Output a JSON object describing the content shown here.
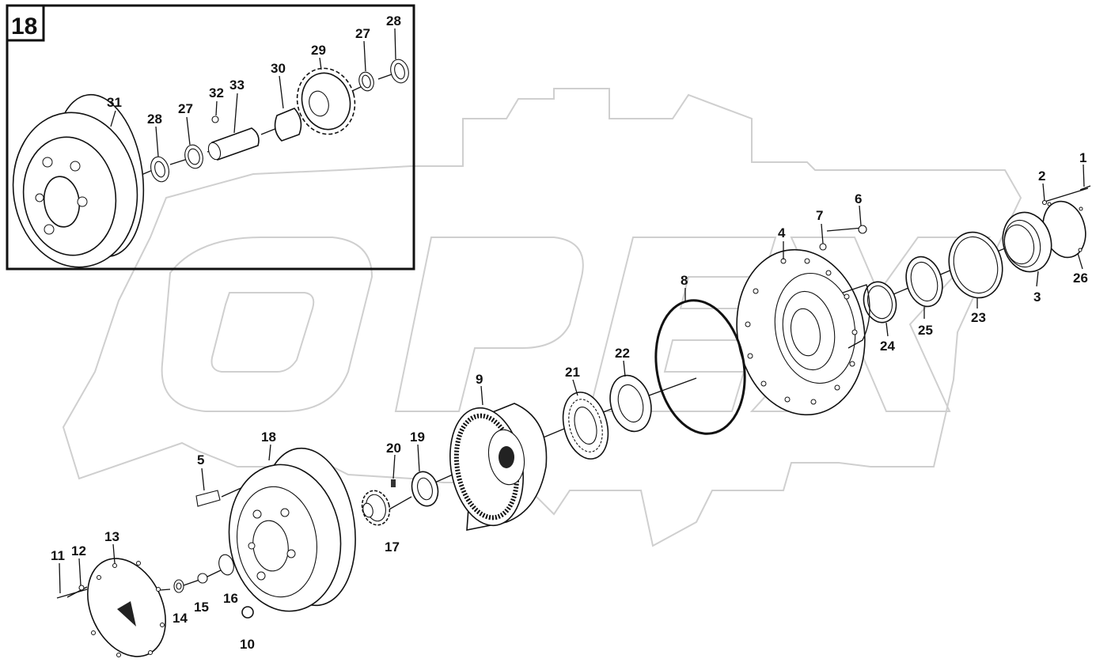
{
  "inset": {
    "badge": "18"
  },
  "callouts": {
    "p1": "1",
    "p2": "2",
    "p3": "3",
    "p4": "4",
    "p5": "5",
    "p6": "6",
    "p7": "7",
    "p8": "8",
    "p9": "9",
    "p10": "10",
    "p11": "11",
    "p12": "12",
    "p13": "13",
    "p14": "14",
    "p15": "15",
    "p16": "16",
    "p17": "17",
    "p18": "18",
    "p19": "19",
    "p20": "20",
    "p21": "21",
    "p22": "22",
    "p23": "23",
    "p24": "24",
    "p25": "25",
    "p26": "26",
    "i27a": "27",
    "i27b": "27",
    "i28a": "28",
    "i28b": "28",
    "i29": "29",
    "i30": "30",
    "i31": "31",
    "i32": "32",
    "i33": "33"
  },
  "colors": {
    "line": "#111111",
    "watermark": "#cfcfcf",
    "background": "#ffffff"
  }
}
